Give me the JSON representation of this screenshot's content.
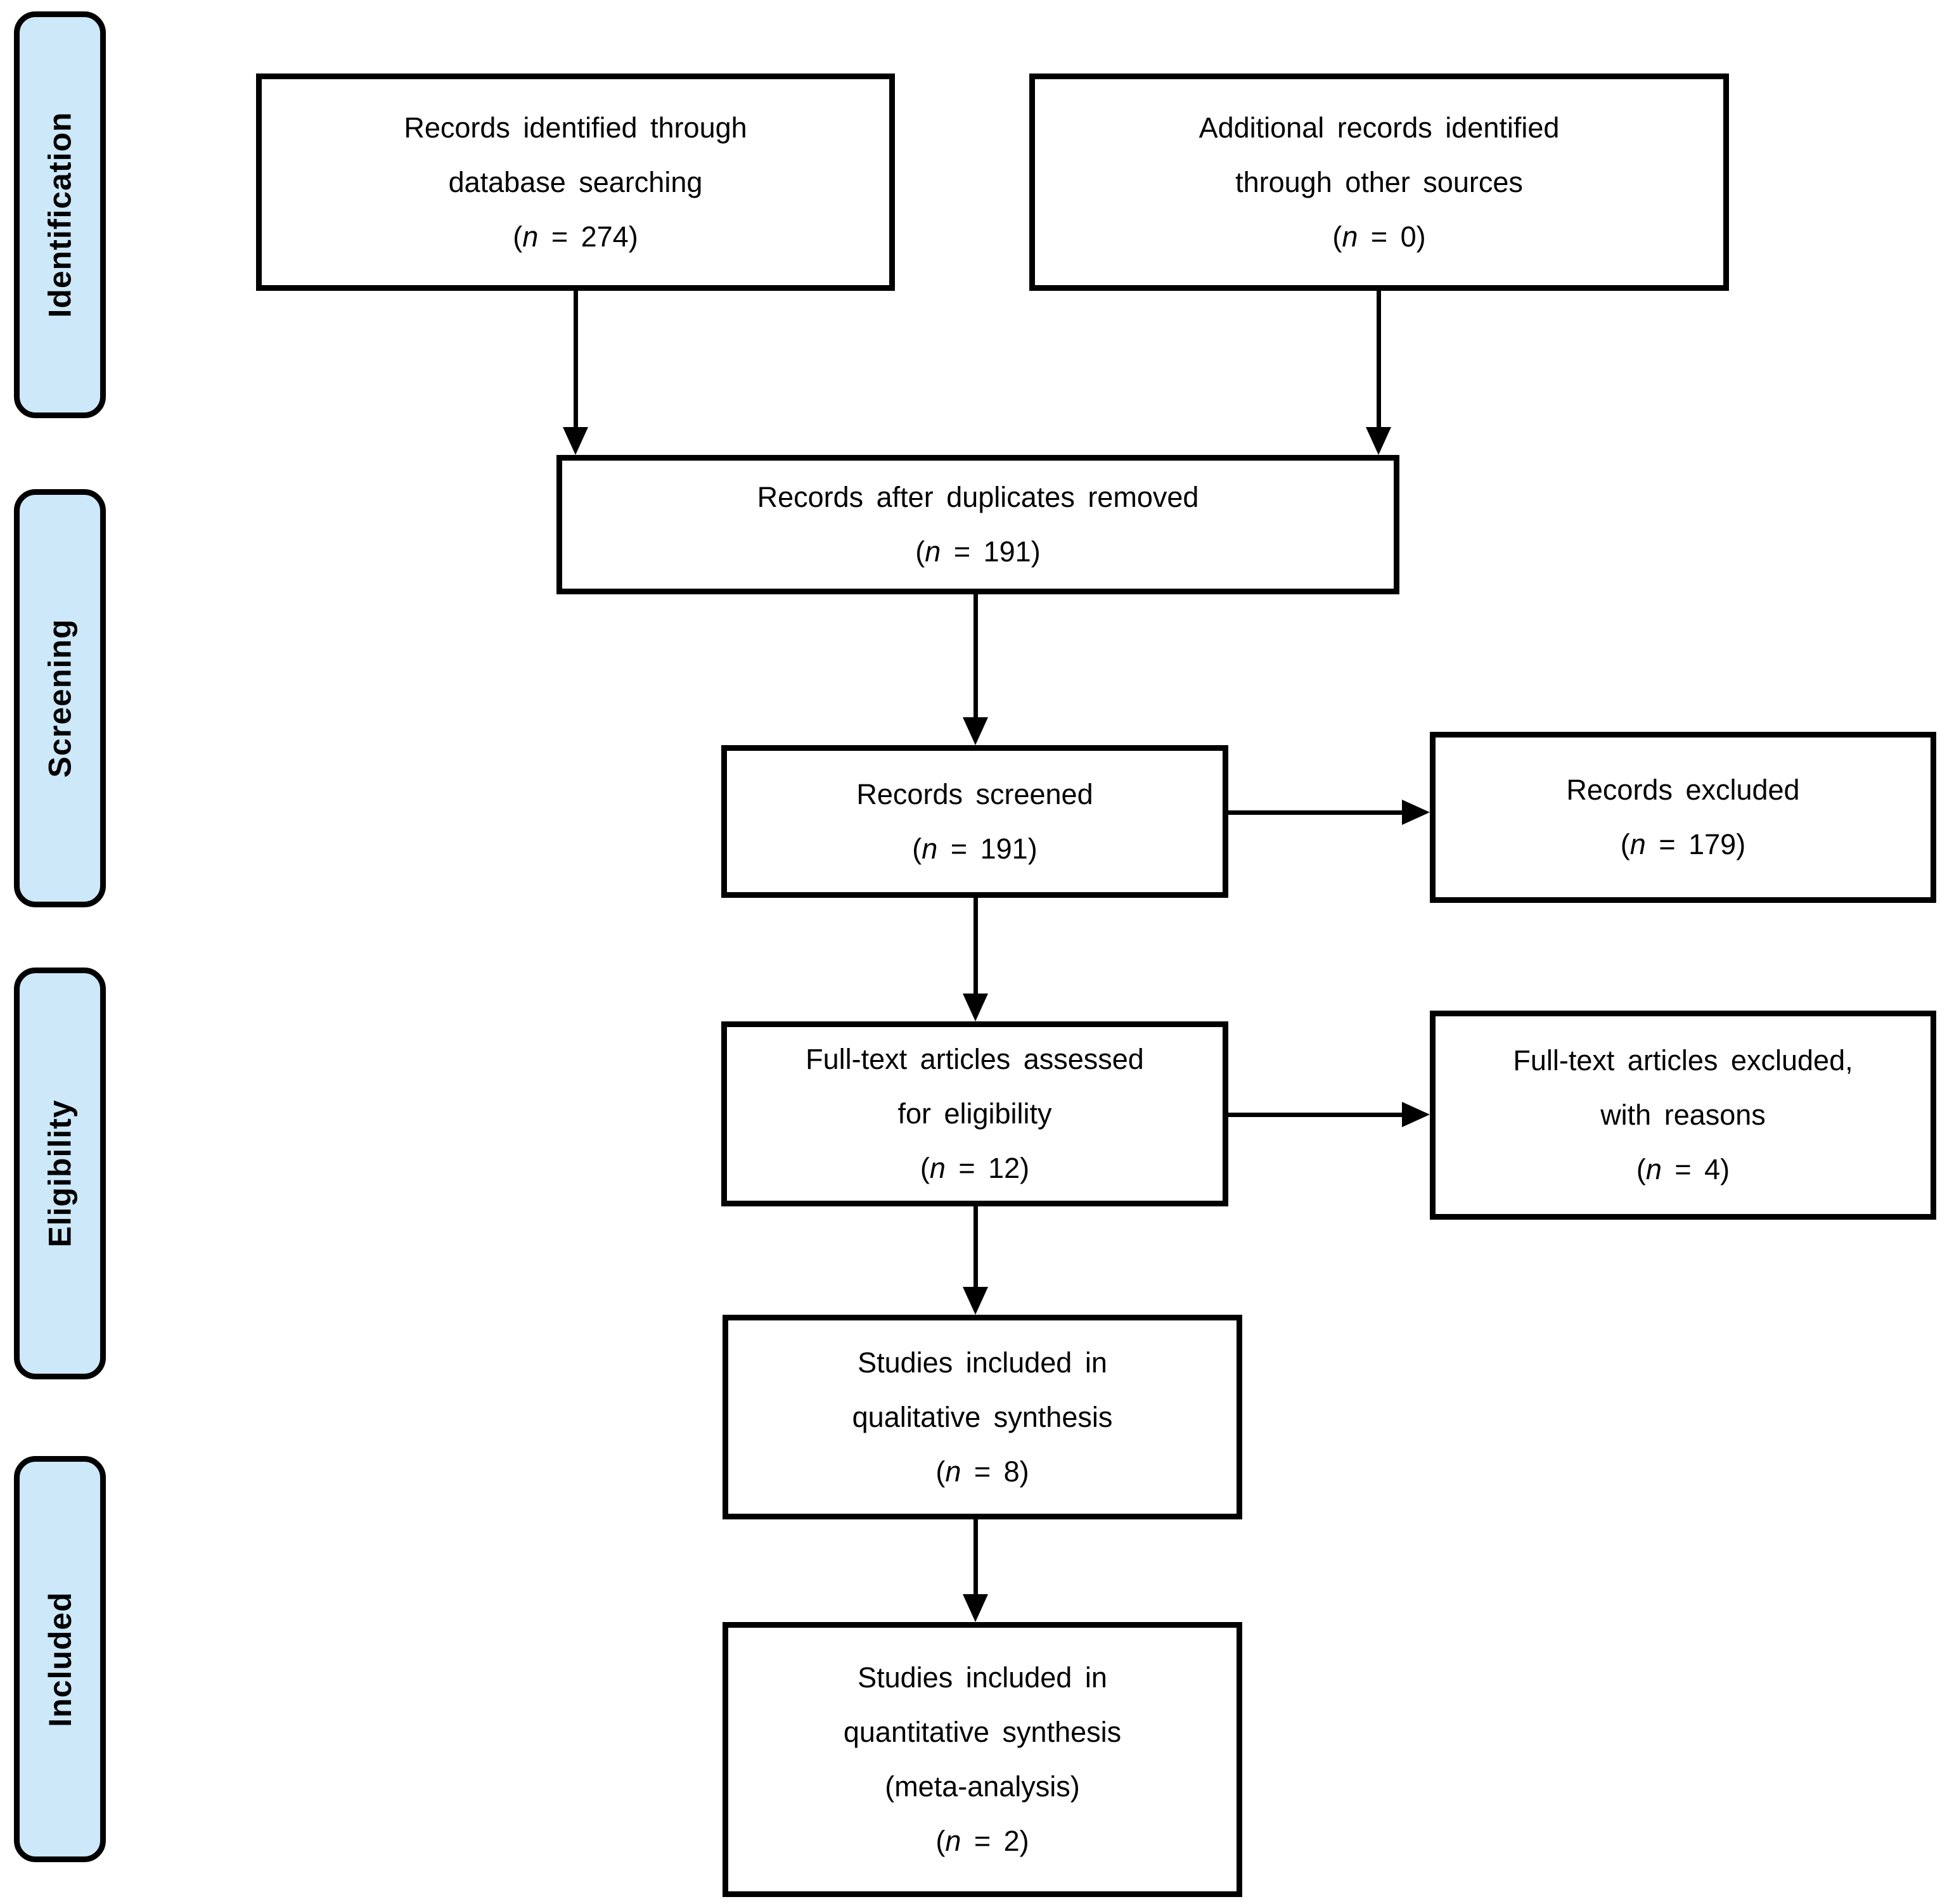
{
  "colors": {
    "stage_fill": "#cde8f9",
    "stroke": "#000000"
  },
  "sidebar": {
    "stages": [
      {
        "label": "Identification"
      },
      {
        "label": "Screening"
      },
      {
        "label": "Eligibility"
      },
      {
        "label": "Included"
      }
    ]
  },
  "flow": {
    "identified": {
      "lines": [
        "Records identified through",
        "database searching"
      ],
      "count": [
        "(",
        "n",
        " = 274)"
      ]
    },
    "additional": {
      "lines": [
        "Additional records identified",
        "through other sources"
      ],
      "count": [
        "(",
        "n",
        " = 0)"
      ]
    },
    "duplicates": {
      "lines": [
        "Records after duplicates removed"
      ],
      "count": [
        "(",
        "n",
        " = 191)"
      ]
    },
    "screened": {
      "lines": [
        "Records screened"
      ],
      "count": [
        "(",
        "n",
        " = 191)"
      ]
    },
    "excluded": {
      "lines": [
        "Records excluded"
      ],
      "count": [
        "(",
        "n",
        " = 179)"
      ]
    },
    "fulltext": {
      "lines": [
        "Full-text articles assessed",
        "for eligibility"
      ],
      "count": [
        "(",
        "n",
        " = 12)"
      ]
    },
    "fulltext_excluded": {
      "lines": [
        "Full-text articles excluded,",
        "with reasons"
      ],
      "count": [
        "(",
        "n",
        " = 4)"
      ]
    },
    "qualitative": {
      "lines": [
        "Studies included in",
        "qualitative synthesis"
      ],
      "count": [
        "(",
        "n",
        " = 8)"
      ]
    },
    "quantitative": {
      "lines": [
        "Studies included in",
        "quantitative synthesis",
        "(meta-analysis)"
      ],
      "count": [
        "(",
        "n",
        " = 2)"
      ]
    }
  }
}
